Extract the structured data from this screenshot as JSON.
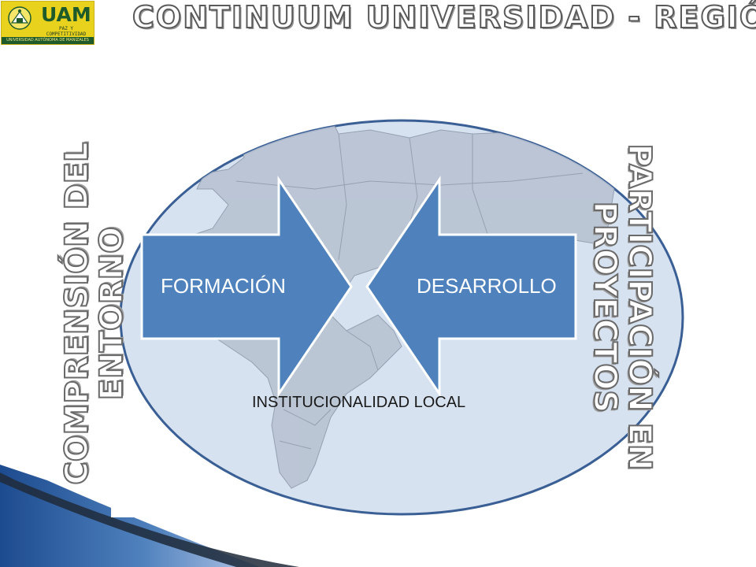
{
  "slide": {
    "title": "CONTINUUM UNIVERSIDAD - REGIÓN",
    "logo": {
      "name": "UAM",
      "tagline_line1": "PAZ Y",
      "tagline_line2": "COMPETITIVIDAD",
      "footer": "UNIVERSIDAD AUTÓNOMA DE MANIZALES"
    }
  },
  "diagram": {
    "left_arrow_label": "FORMACIÓN",
    "right_arrow_label": "DESARROLLO",
    "center_label": "INSTITUCIONALIDAD LOCAL",
    "left_side_text_line1": "COMPRENSIÓN DEL",
    "left_side_text_line2": "ENTORNO",
    "right_side_text_line1": "PARTICIPACIÓN EN",
    "right_side_text_line2": "PROYECTOS"
  },
  "colors": {
    "ellipse_fill": "#d7e2f1",
    "ellipse_stroke": "#3a5f95",
    "arrow_fill": "#4f81bd",
    "arrow_stroke": "#ffffff",
    "map_fill": "#b9c3d2",
    "title_color": "#ffffff",
    "logo_bg": "#e8d21e",
    "logo_green": "#1f5a2a"
  }
}
